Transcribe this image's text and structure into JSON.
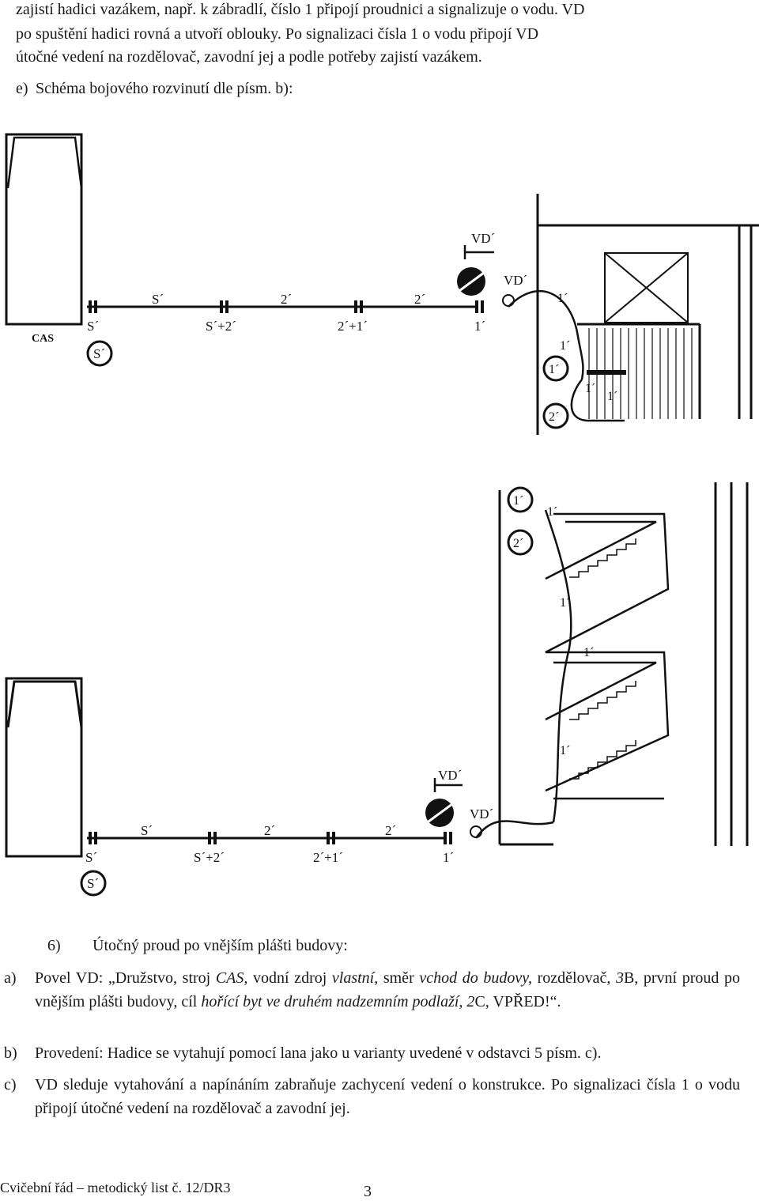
{
  "intro": {
    "line1": "zajistí hadici vazákem, např. k zábradlí, číslo 1 připojí proudnici a signalizuje o vodu. VD",
    "line2": "po spuštění hadici rovná a utvoří oblouky. Po signalizaci čísla 1 o vodu připojí VD",
    "line3": "útočné vedení na rozdělovač, zavodní jej a podle potřeby zajistí vazákem.",
    "item_e_label": "e)",
    "item_e_text": "Schéma bojového rozvinutí dle písm. b):"
  },
  "diagram1": {
    "cas": "CAS",
    "s_circle": "S´",
    "vd_distributor": "VD´",
    "vd": "VD´",
    "hose_top": [
      "S´",
      "2´",
      "2´"
    ],
    "hose_bottom": [
      "S´",
      "S´+2´",
      "2´+1´",
      "1´"
    ],
    "crew": [
      "1´",
      "2´"
    ],
    "stair_labels": [
      "1´",
      "1´",
      "1´",
      "1´"
    ]
  },
  "diagram2": {
    "s_circle": "S´",
    "vd_distributor": "VD´",
    "vd": "VD´",
    "hose_top": [
      "S´",
      "2´",
      "2´"
    ],
    "hose_bottom": [
      "S´",
      "S´+2´",
      "2´+1´",
      "1´"
    ],
    "crew": [
      "1´",
      "2´"
    ],
    "stair_labels": [
      "1´",
      "1´",
      "1´",
      "1´"
    ]
  },
  "section6": {
    "heading_num": "6)",
    "heading_text": "Útočný proud po vnějším plášti budovy:",
    "a_label": "a)",
    "a_t1": "Povel VD: „Družstvo, stroj ",
    "a_i1": "CAS,",
    "a_t2": " vodní zdroj ",
    "a_i2": "vlastní",
    "a_t3": ", směr ",
    "a_i3": "vchod do budovy,",
    "a_t4": " rozdělovač, ",
    "a_i4": "3",
    "a_t5": "B, první proud po vnějším plášti budovy, cíl ",
    "a_i5": "hořící byt ve druhém nadzemním podlaží, 2",
    "a_t6": "C, VPŘED!“.",
    "b_label": "b)",
    "b_text": "Provedení: Hadice se vytahují pomocí lana jako u varianty uvedené v odstavci 5 písm. c).",
    "c_label": "c)",
    "c_text": "VD sleduje vytahování a napínáním zabraňuje zachycení vedení o konstrukce. Po signalizaci čísla 1 o vodu připojí útočné vedení na rozdělovač a zavodní jej."
  },
  "footer": {
    "title": "Cvičební řád – metodický list č. 12/DR3",
    "page": "3"
  }
}
